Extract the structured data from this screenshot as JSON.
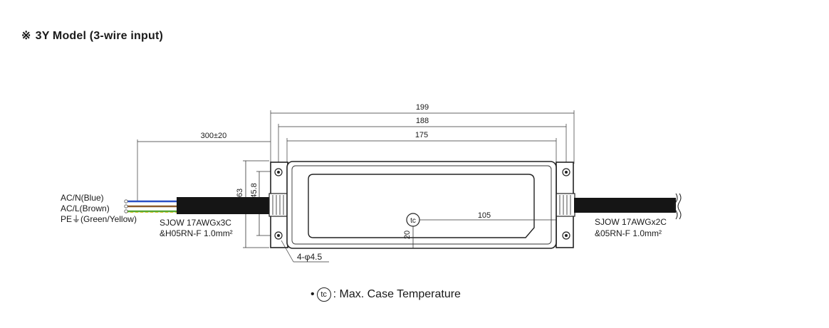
{
  "title": {
    "mark": "※",
    "text": "3Y Model (3-wire input)"
  },
  "dimensions": {
    "overall_length": "199",
    "mount_pitch": "188",
    "body_length": "175",
    "input_cable_length": "300±20",
    "height": "63",
    "mount_height": "45.8",
    "tc_offset_x": "105",
    "tc_offset_y": "20",
    "holes": "4-φ4.5"
  },
  "input_wires": [
    {
      "label": "AC/N(Blue)",
      "color": "#2b4fc4"
    },
    {
      "label": "AC/L(Brown)",
      "color": "#8a5a2b"
    },
    {
      "label": "PE⏚(Green/Yellow)",
      "color": "#58a832"
    }
  ],
  "input_cable": {
    "line1": "SJOW 17AWGx3C",
    "line2": "&H05RN-F 1.0mm²"
  },
  "output_cable": {
    "line1": "SJOW 17AWGx2C",
    "line2": "&05RN-F 1.0mm²"
  },
  "tc_symbol": "tc",
  "legend": {
    "bullet": "•",
    "symbol": "tc",
    "text": ": Max. Case Temperature"
  }
}
